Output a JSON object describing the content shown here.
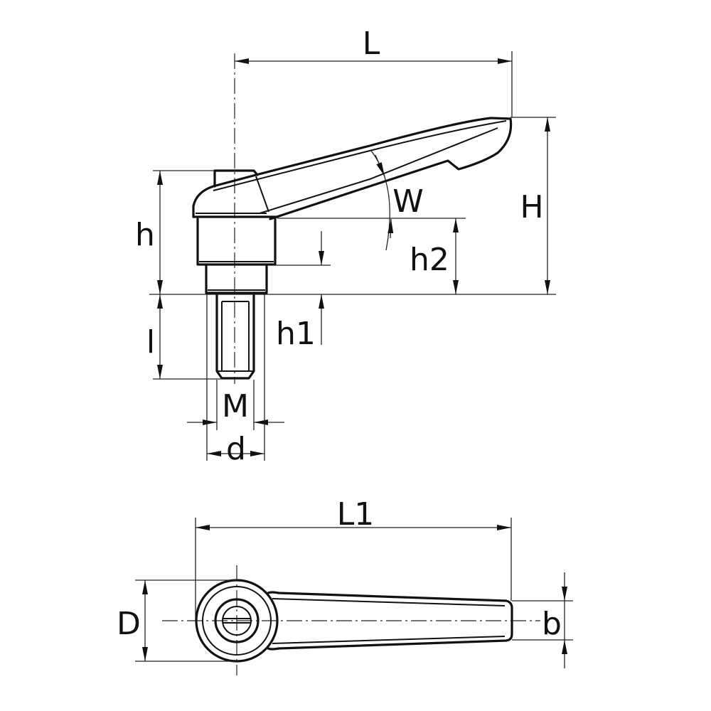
{
  "drawing": {
    "title": "Adjustable clamping lever - dimension drawing",
    "side_view": {
      "labels": {
        "L": "L",
        "H": "H",
        "h": "h",
        "h1": "h1",
        "h2": "h2",
        "W": "W",
        "l": "l",
        "M": "M",
        "d": "d"
      }
    },
    "top_view": {
      "labels": {
        "L1": "L1",
        "D": "D",
        "b": "b"
      }
    },
    "colors": {
      "line": "#111111",
      "background": "#ffffff"
    }
  }
}
